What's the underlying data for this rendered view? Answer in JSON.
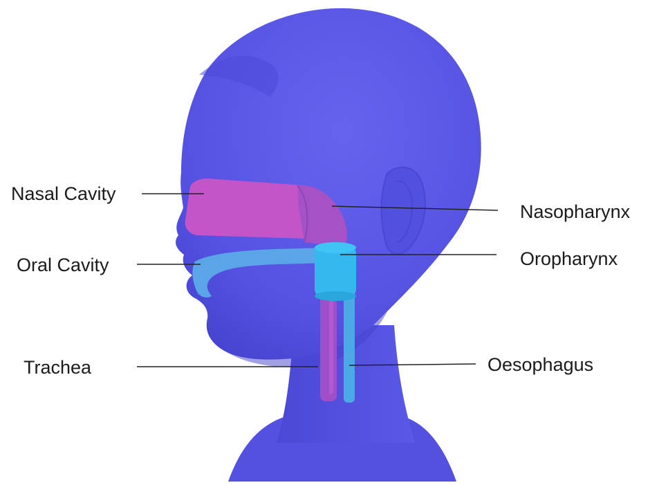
{
  "labels": {
    "nasal_cavity": "Nasal Cavity",
    "oral_cavity": "Oral Cavity",
    "trachea": "Trachea",
    "nasopharynx": "Nasopharynx",
    "oropharynx": "Oropharynx",
    "oesophagus": "Oesophagus"
  },
  "colors": {
    "head": "#5a58e6",
    "head_shadow": "#3f3cc9",
    "nasal_cavity": "#c455c8",
    "nasopharynx": "#a552c6",
    "oral_cavity": "#5aa4e8",
    "oropharynx": "#34b8ee",
    "trachea": "#a14fc8",
    "oesophagus": "#4ba9e6",
    "leader_line": "#222222"
  }
}
